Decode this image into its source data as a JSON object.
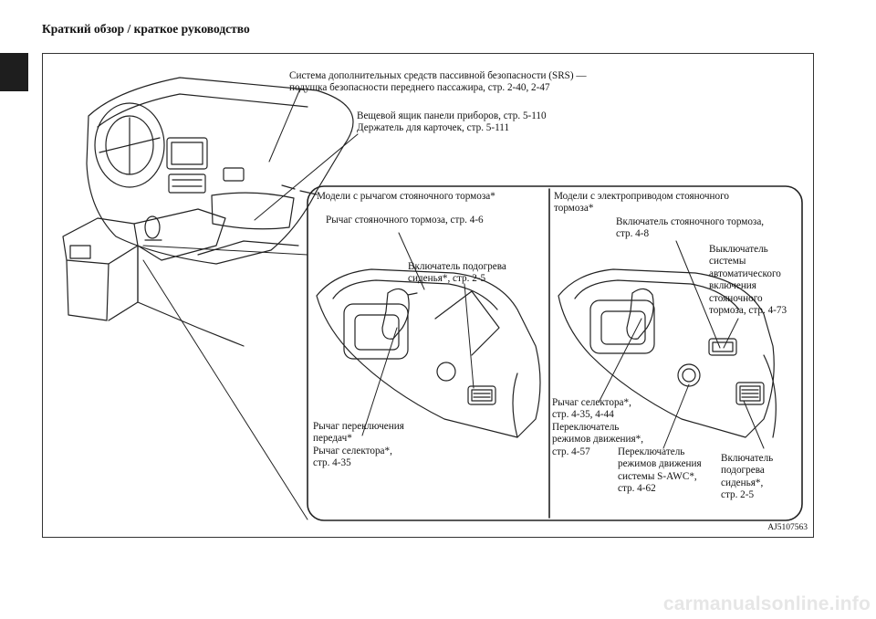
{
  "header": {
    "title": "Краткий обзор / краткое руководство"
  },
  "figure": {
    "code": "AJ5107563",
    "labels": {
      "srs": "Система дополнительных средств пассивной безопасности (SRS) —\nподушка безопасности переднего пассажира, стр. 2-40, 2-47",
      "glovebox": "Вещевой ящик панели приборов, стр. 5-110\nДержатель для карточек, стр. 5-111",
      "left_title": "Модели с рычагом стояночного тормоза*",
      "handbrake_lever": "Рычаг стояночного тормоза, стр. 4-6",
      "seat_heater_left": "Включатель подогрева\nсиденья*, стр. 2-5",
      "gear_lever": "Рычаг переключения\nпередач*\nРычаг селектора*,\nстр. 4-35",
      "right_title": "Модели с электроприводом стояночного\nтормоза*",
      "epb_switch": "Включатель стояночного тормоза,\nстр. 4-8",
      "auto_hold": "Выключатель\nсистемы\nавтоматического\nвключения\nстояночного\nтормоза, стр. 4-73",
      "selector_right": "Рычаг селектора*,\nстр. 4-35, 4-44\nПереключатель\nрежимов движения*,\nстр. 4-57",
      "s_awc": "Переключатель\nрежимов движения\nсистемы S-AWC*,\nстр. 4-62",
      "seat_heater_right": "Включатель\nподогрева\nсиденья*,\nстр. 2-5"
    }
  },
  "footer": {
    "watermark": "carmanualsonline.info"
  }
}
